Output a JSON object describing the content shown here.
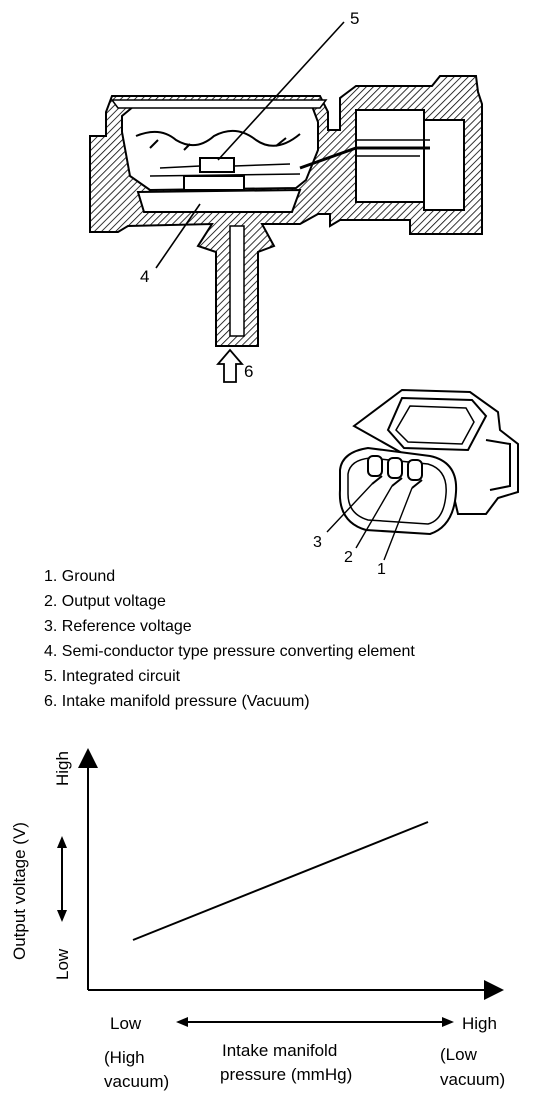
{
  "callouts": {
    "sensor_top": "5",
    "sensor_left": "4",
    "sensor_port": "6",
    "pin_3": "3",
    "pin_2": "2",
    "pin_1": "1"
  },
  "legend": [
    "1. Ground",
    "2. Output voltage",
    "3. Reference voltage",
    "4. Semi-conductor type pressure converting element",
    "5. Integrated circuit",
    "6. Intake manifold pressure (Vacuum)"
  ],
  "graph": {
    "y_axis_title": "Output voltage (V)",
    "y_high": "High",
    "y_low": "Low",
    "x_low": "Low",
    "x_high": "High",
    "x_low_note_1": "(High",
    "x_low_note_2": "vacuum)",
    "x_axis_title_1": "Intake manifold",
    "x_axis_title_2": "pressure (mmHg)",
    "x_high_note_1": "(Low",
    "x_high_note_2": "vacuum)"
  }
}
